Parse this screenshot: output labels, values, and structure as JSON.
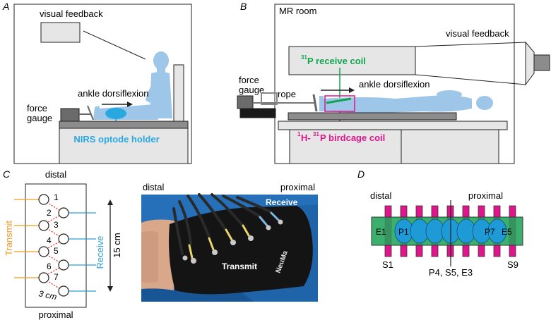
{
  "panel_a": {
    "letter": "A",
    "visual_feedback": "visual feedback",
    "ankle_dorsiflexion": "ankle dorsiflexion",
    "force": "force",
    "gauge": "gauge",
    "nirs": "NIRS optode holder"
  },
  "panel_b": {
    "letter": "B",
    "mr_room": "MR room",
    "visual_feedback": "visual feedback",
    "receive_coil_sup": "31",
    "receive_coil": "P receive coil",
    "force": "force",
    "gauge": "gauge",
    "rope": "rope",
    "ankle_dorsiflexion": "ankle dorsiflexion",
    "birdcage_sup1": "1",
    "birdcage_mid": "H-",
    "birdcage_sup2": "31",
    "birdcage_end": "P birdcage coil"
  },
  "panel_c": {
    "letter": "C",
    "distal": "distal",
    "proximal": "proximal",
    "transmit": "Transmit",
    "receive": "Receive",
    "length": "15 cm",
    "spacing": "3 cm",
    "channels": [
      "1",
      "2",
      "3",
      "4",
      "5",
      "6",
      "7"
    ],
    "photo_distal": "distal",
    "photo_proximal": "proximal",
    "photo_receive": "Receive",
    "photo_transmit": "Transmit",
    "brand": "NeuMa"
  },
  "panel_d": {
    "letter": "D",
    "distal": "distal",
    "proximal": "proximal",
    "e1": "E1",
    "p1": "P1",
    "p7": "P7",
    "e5": "E5",
    "s1": "S1",
    "s9": "S9",
    "center": "P4, S5, E3"
  },
  "colors": {
    "light_blue": "#9ec6e8",
    "nirs_blue": "#29a8e0",
    "coil_green": "#12a450",
    "magenta": "#e0148c",
    "orange": "#f59a23",
    "receive_blue": "#2a9fd8",
    "sleeve_green": "#21a35a",
    "oval_blue": "#1e9ad6"
  }
}
